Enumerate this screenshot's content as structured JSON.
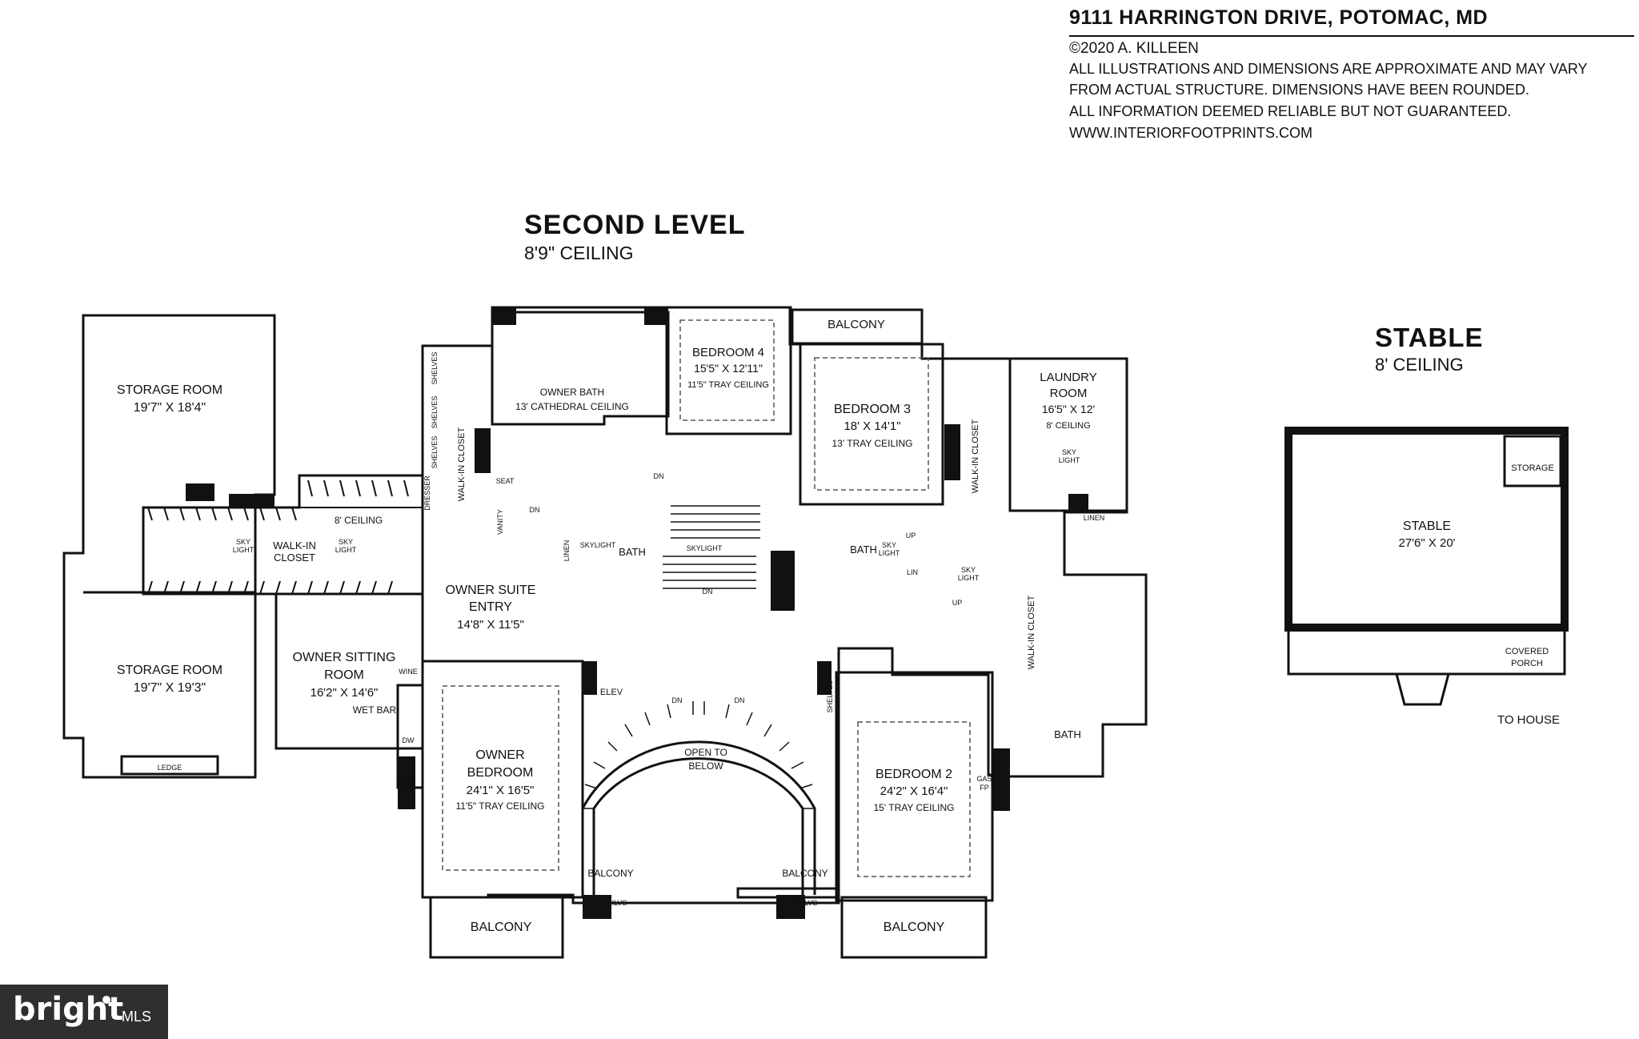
{
  "header": {
    "address": "9111 HARRINGTON DRIVE, POTOMAC, MD",
    "copyright": "©2020 A. KILLEEN",
    "notes": [
      "ALL ILLUSTRATIONS AND DIMENSIONS ARE APPROXIMATE AND MAY VARY",
      "FROM ACTUAL STRUCTURE. DIMENSIONS HAVE BEEN ROUNDED.",
      "ALL INFORMATION DEEMED RELIABLE BUT NOT GUARANTEED.",
      "WWW.INTERIORFOOTPRINTS.COM"
    ]
  },
  "second_level": {
    "title": "SECOND LEVEL",
    "ceiling": "8'9\" CEILING"
  },
  "stable_level": {
    "title": "STABLE",
    "ceiling": "8' CEILING"
  },
  "rooms": {
    "storage_room_1": {
      "name": "STORAGE ROOM",
      "dims": "19'7\" X 18'4\""
    },
    "storage_room_2": {
      "name": "STORAGE ROOM",
      "dims": "19'7\" X 19'3\""
    },
    "ledge": {
      "name": "LEDGE"
    },
    "walk_in_closet_main": {
      "name": "WALK-IN",
      "name2": "CLOSET",
      "note": "8' CEILING"
    },
    "owner_bath": {
      "name": "OWNER BATH",
      "note": "13' CATHEDRAL CEILING"
    },
    "bedroom_4": {
      "name": "BEDROOM 4",
      "dims": "15'5\" X 12'11\"",
      "note": "11'5\" TRAY CEILING"
    },
    "balcony_top": {
      "name": "BALCONY"
    },
    "bedroom_3": {
      "name": "BEDROOM 3",
      "dims": "18' X 14'1\"",
      "note": "13' TRAY CEILING"
    },
    "laundry_room": {
      "name": "LAUNDRY",
      "name2": "ROOM",
      "dims": "16'5\" X 12'",
      "note": "8' CEILING"
    },
    "owner_suite_entry": {
      "name": "OWNER SUITE",
      "name2": "ENTRY",
      "dims": "14'8\" X 11'5\""
    },
    "owner_sitting_room": {
      "name": "OWNER SITTING",
      "name2": "ROOM",
      "dims": "16'2\" X 14'6\"",
      "note": "WET BAR"
    },
    "owner_bedroom": {
      "name": "OWNER",
      "name2": "BEDROOM",
      "dims": "24'1\" X 16'5\"",
      "note": "11'5\" TRAY CEILING"
    },
    "open_to_below": {
      "name": "OPEN TO",
      "name2": "BELOW"
    },
    "bedroom_2": {
      "name": "BEDROOM 2",
      "dims": "24'2\" X 16'4\"",
      "note": "15' TRAY CEILING"
    },
    "bath_right": {
      "name": "BATH"
    },
    "bath_center": {
      "name": "BATH"
    },
    "bath_small": {
      "name": "BATH"
    },
    "balcony_left": {
      "name": "BALCONY"
    },
    "balcony_right": {
      "name": "BALCONY"
    },
    "balcony_inner_left": {
      "name": "BALCONY"
    },
    "balcony_inner_right": {
      "name": "BALCONY"
    },
    "stable": {
      "name": "STABLE",
      "dims": "27'6\" X 20'"
    },
    "stable_storage": {
      "name": "STORAGE"
    },
    "covered_porch": {
      "name": "COVERED",
      "name2": "PORCH"
    }
  },
  "labels": {
    "walk_in_closet": "WALK-IN CLOSET",
    "shelves": "SHELVES",
    "dresser": "DRESSER",
    "seat": "SEAT",
    "vanity": "VANITY",
    "linen": "LINEN",
    "lin": "LIN",
    "skylight": "SKYLIGHT",
    "sky": "SKY",
    "light": "LIGHT",
    "dn": "DN",
    "up": "UP",
    "elev": "ELEV",
    "shlvs": "SHLVS",
    "gas": "GAS",
    "fp": "FP",
    "wine": "WINE",
    "dw": "DW",
    "to_house": "TO HOUSE"
  },
  "logo": {
    "text": "bright",
    "sub": "MLS"
  }
}
